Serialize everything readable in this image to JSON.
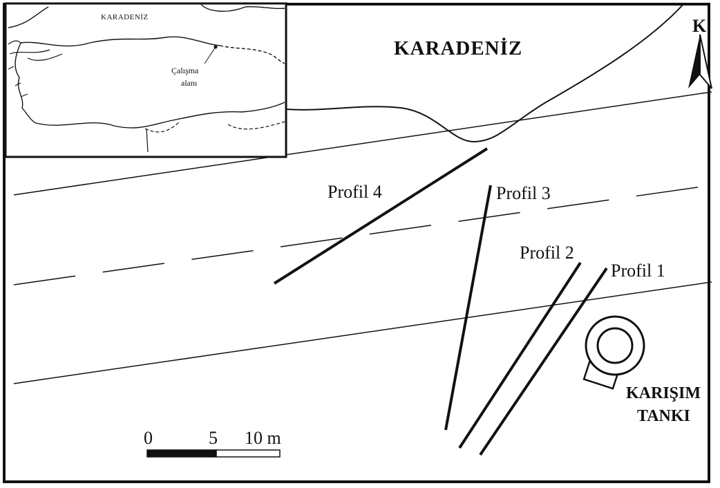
{
  "inset": {
    "sea_label": "KARADENİZ",
    "study_area_line1": "Çalışma",
    "study_area_line2": "alanı"
  },
  "main_map": {
    "sea_label": "KARADENİZ",
    "north_label": "K",
    "tank_line1": "KARIŞIM",
    "tank_line2": "TANKI"
  },
  "profiles": [
    {
      "label": "Profil 1"
    },
    {
      "label": "Profil 2"
    },
    {
      "label": "Profil 3"
    },
    {
      "label": "Profil 4"
    }
  ],
  "scale_bar": {
    "tick0": "0",
    "tick1": "5",
    "tick2": "10 m"
  }
}
